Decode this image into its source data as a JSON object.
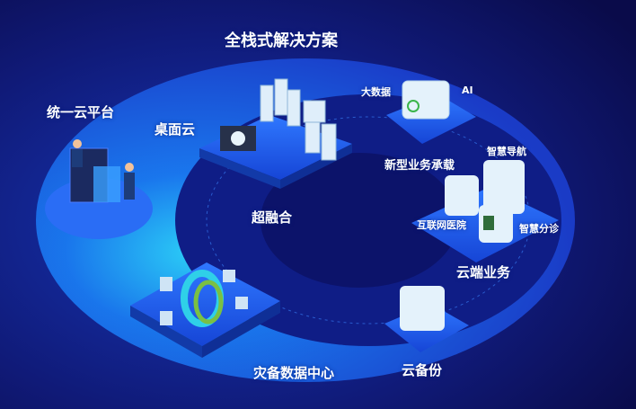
{
  "title": "全栈式解决方案",
  "colors": {
    "background": "#0d0f5a",
    "ring": "#1a5cf0",
    "glow": "#19c9f5",
    "platform": "#1f5ee8",
    "box": "#e4f2fb"
  },
  "nodes": {
    "unified_cloud": "统一云平台",
    "desktop_cloud": "桌面云",
    "hyper_converged": "超融合",
    "big_data": "大数据",
    "ai": "AI",
    "new_business": "新型业务承载",
    "smart_navigation": "智慧导航",
    "internet_hospital": "互联网医院",
    "smart_triage": "智慧分诊",
    "cloud_business": "云端业务",
    "cloud_backup": "云备份",
    "dr_datacenter": "灾备数据中心"
  }
}
